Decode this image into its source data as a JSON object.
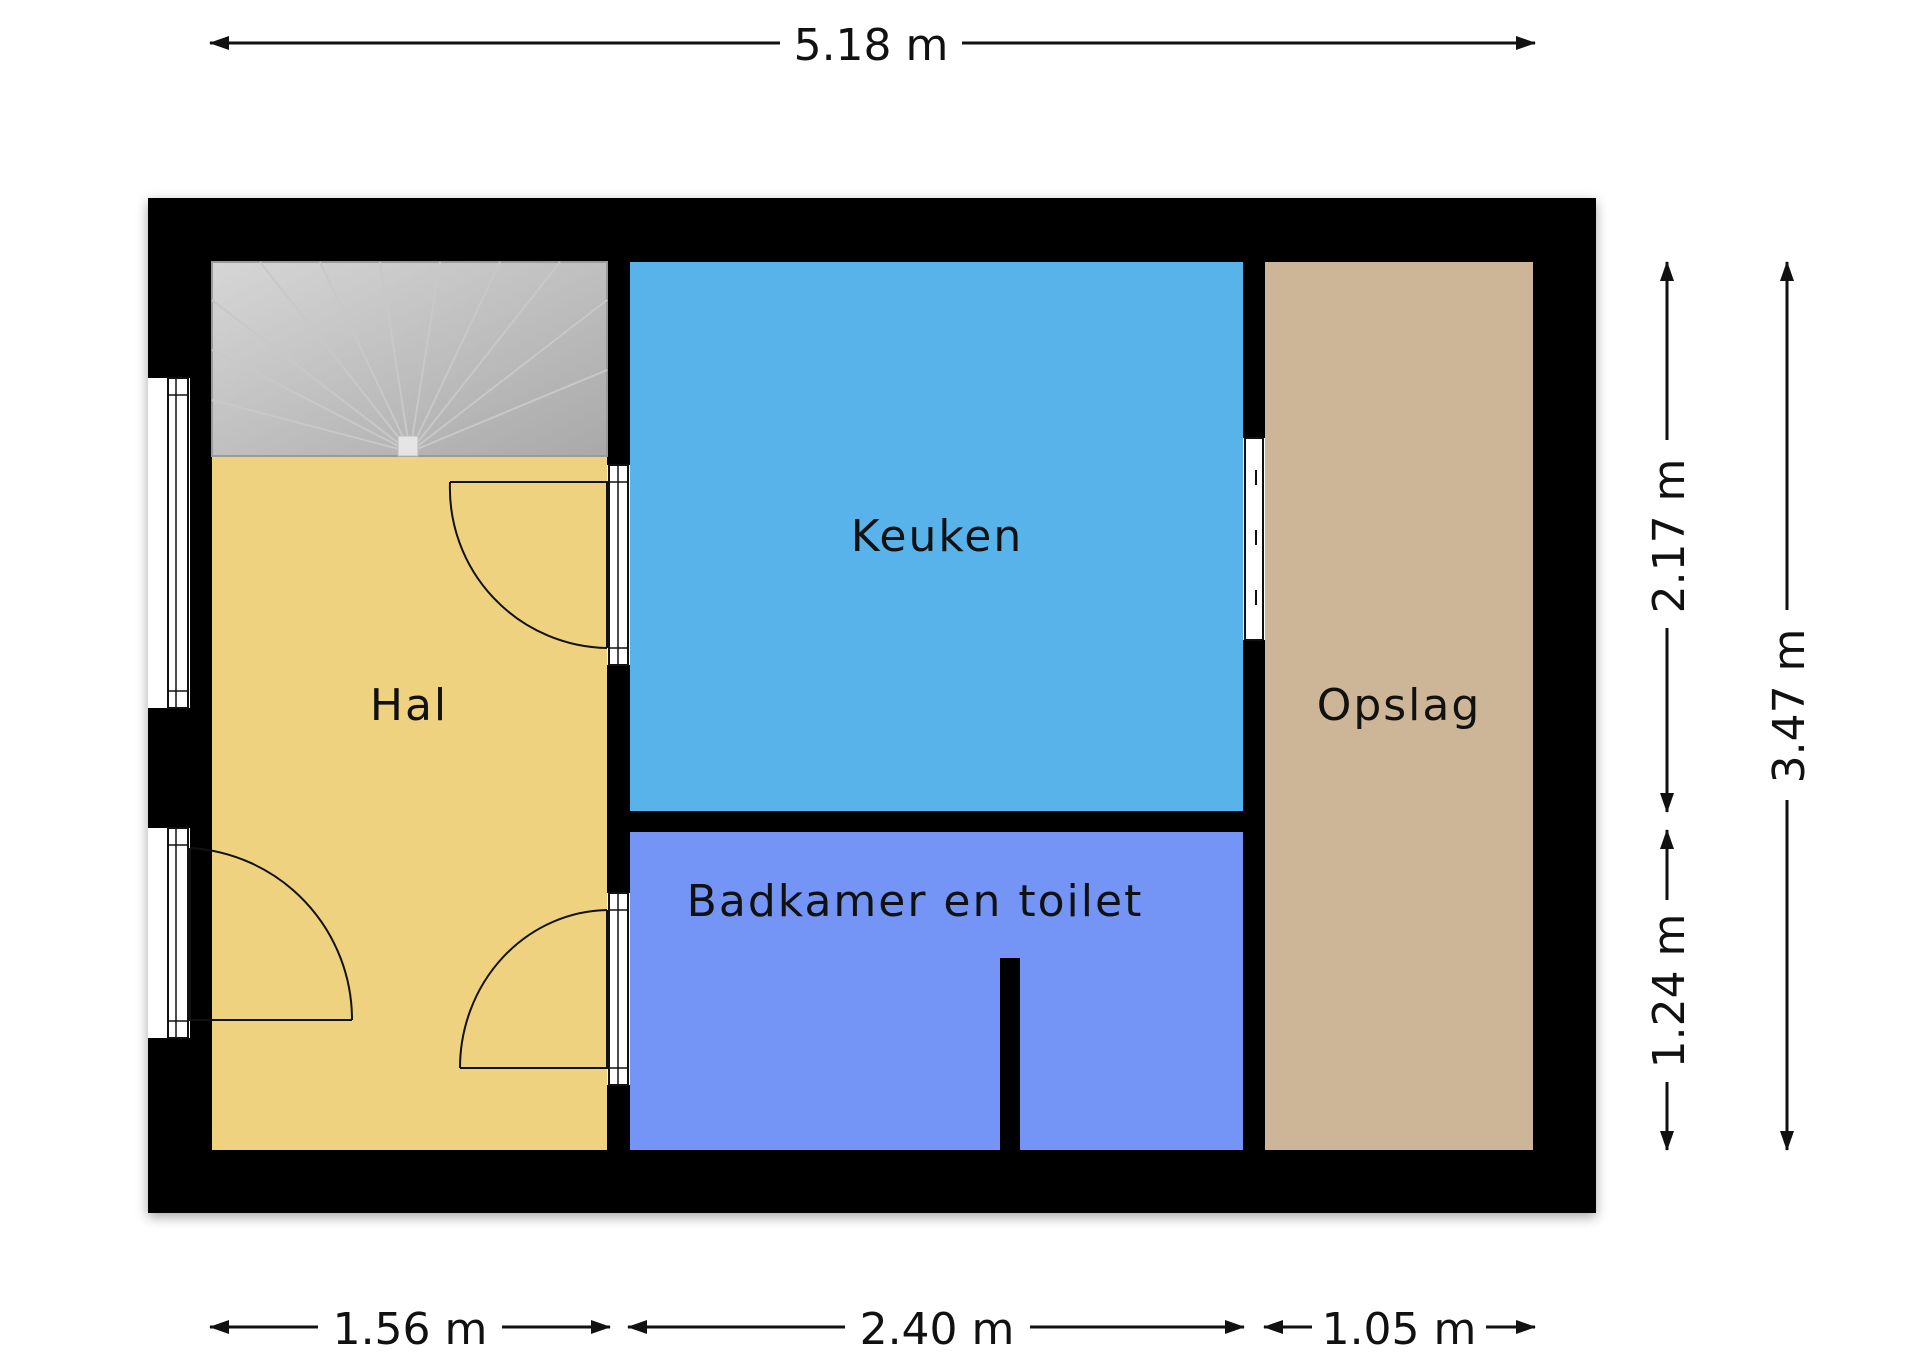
{
  "colors": {
    "wall": "#000000",
    "hal": "#efd27f",
    "keuken": "#58b3eb",
    "badkamer": "#7495f6",
    "opslag": "#cdb697",
    "stairs": "#bdbdbd"
  },
  "rooms": {
    "hal": "Hal",
    "keuken": "Keuken",
    "badkamer": "Badkamer en toilet",
    "opslag": "Opslag"
  },
  "dimensions": {
    "total_width": "5.18 m",
    "width_hal": "1.56 m",
    "width_middle": "2.40 m",
    "width_opslag": "1.05 m",
    "height_keuken": "2.17 m",
    "height_badkamer": "1.24 m",
    "total_height": "3.47 m"
  }
}
